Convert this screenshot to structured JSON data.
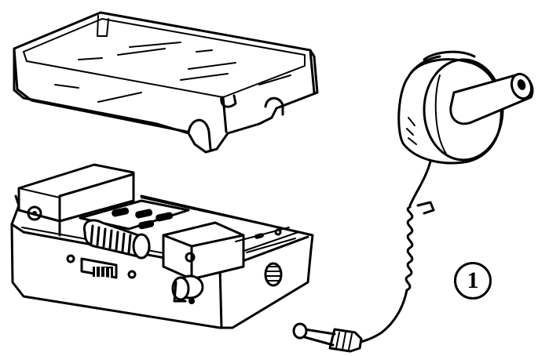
{
  "figure": {
    "callout_number": "1"
  },
  "parts": {
    "lid": "transparent-lid",
    "base": "housing-base",
    "transducer": "transducer-unit",
    "cable": "coiled-cable",
    "connector": "probe-connector"
  },
  "colors": {
    "ink": "#000000",
    "paper": "#ffffff"
  }
}
